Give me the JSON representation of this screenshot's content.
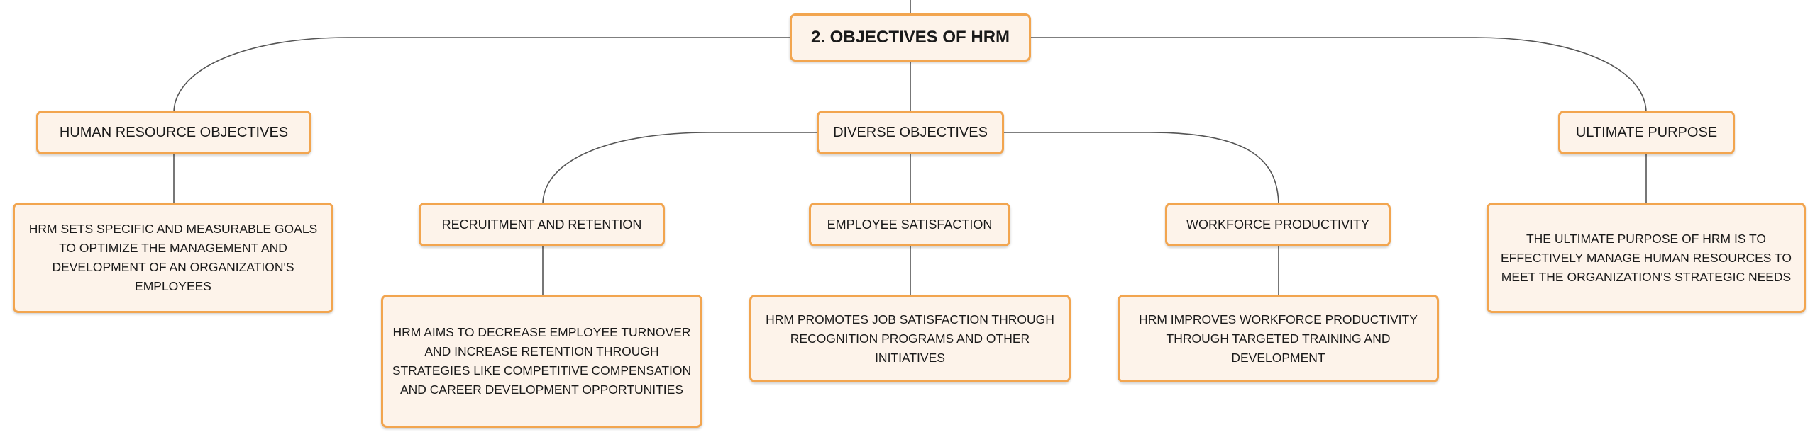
{
  "root": {
    "label": "2. OBJECTIVES OF HRM"
  },
  "branches": [
    {
      "label": "HUMAN RESOURCE OBJECTIVES",
      "detail": "HRM SETS SPECIFIC AND MEASURABLE GOALS TO OPTIMIZE THE MANAGEMENT AND DEVELOPMENT OF AN ORGANIZATION'S EMPLOYEES"
    },
    {
      "label": "DIVERSE OBJECTIVES",
      "children": [
        {
          "label": "RECRUITMENT AND RETENTION",
          "detail": "HRM AIMS TO DECREASE EMPLOYEE TURNOVER AND INCREASE RETENTION THROUGH STRATEGIES LIKE COMPETITIVE COMPENSATION AND CAREER DEVELOPMENT OPPORTUNITIES"
        },
        {
          "label": "EMPLOYEE SATISFACTION",
          "detail": "HRM PROMOTES JOB SATISFACTION THROUGH RECOGNITION PROGRAMS AND OTHER INITIATIVES"
        },
        {
          "label": "WORKFORCE PRODUCTIVITY",
          "detail": "HRM IMPROVES WORKFORCE PRODUCTIVITY THROUGH TARGETED TRAINING AND DEVELOPMENT"
        }
      ]
    },
    {
      "label": "ULTIMATE PURPOSE",
      "detail": "THE ULTIMATE PURPOSE OF HRM IS TO EFFECTIVELY MANAGE HUMAN RESOURCES TO MEET THE ORGANIZATION'S STRATEGIC NEEDS"
    }
  ]
}
